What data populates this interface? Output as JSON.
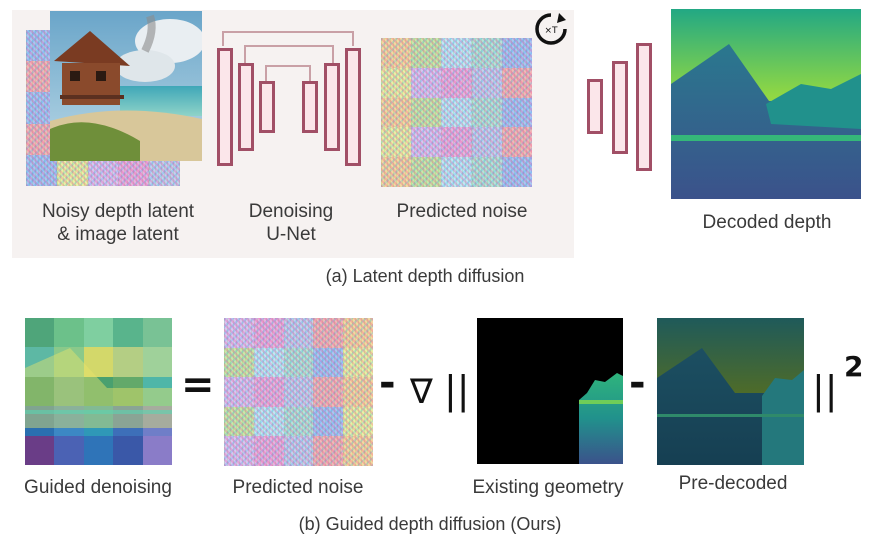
{
  "top": {
    "captions": {
      "noisy_latent": "Noisy depth latent\n& image latent",
      "unet": "Denoising\nU-Net",
      "pred_noise": "Predicted noise",
      "decoded": "Decoded depth"
    },
    "repeat_icon": "×T",
    "title": "(a) Latent depth diffusion"
  },
  "bottom": {
    "captions": {
      "guided": "Guided denoising",
      "pred_noise": "Predicted noise",
      "existing": "Existing geometry",
      "predecoded": "Pre-decoded"
    },
    "operators": {
      "equals": "=",
      "minus1": "-",
      "nabla": "∇",
      "norm_open": "||",
      "minus2": "-",
      "norm_close": "||",
      "power": "2"
    },
    "title": "(b) Guided depth diffusion (Ours)"
  },
  "colors": {
    "unet_fill": "#fbe6ea",
    "unet_stroke": "#a14f66",
    "skip_lines": "#c9a0a6",
    "panel_bg": "#f6f2f1",
    "depth_far": "#e4e824",
    "depth_near": "#3a2e6e"
  }
}
